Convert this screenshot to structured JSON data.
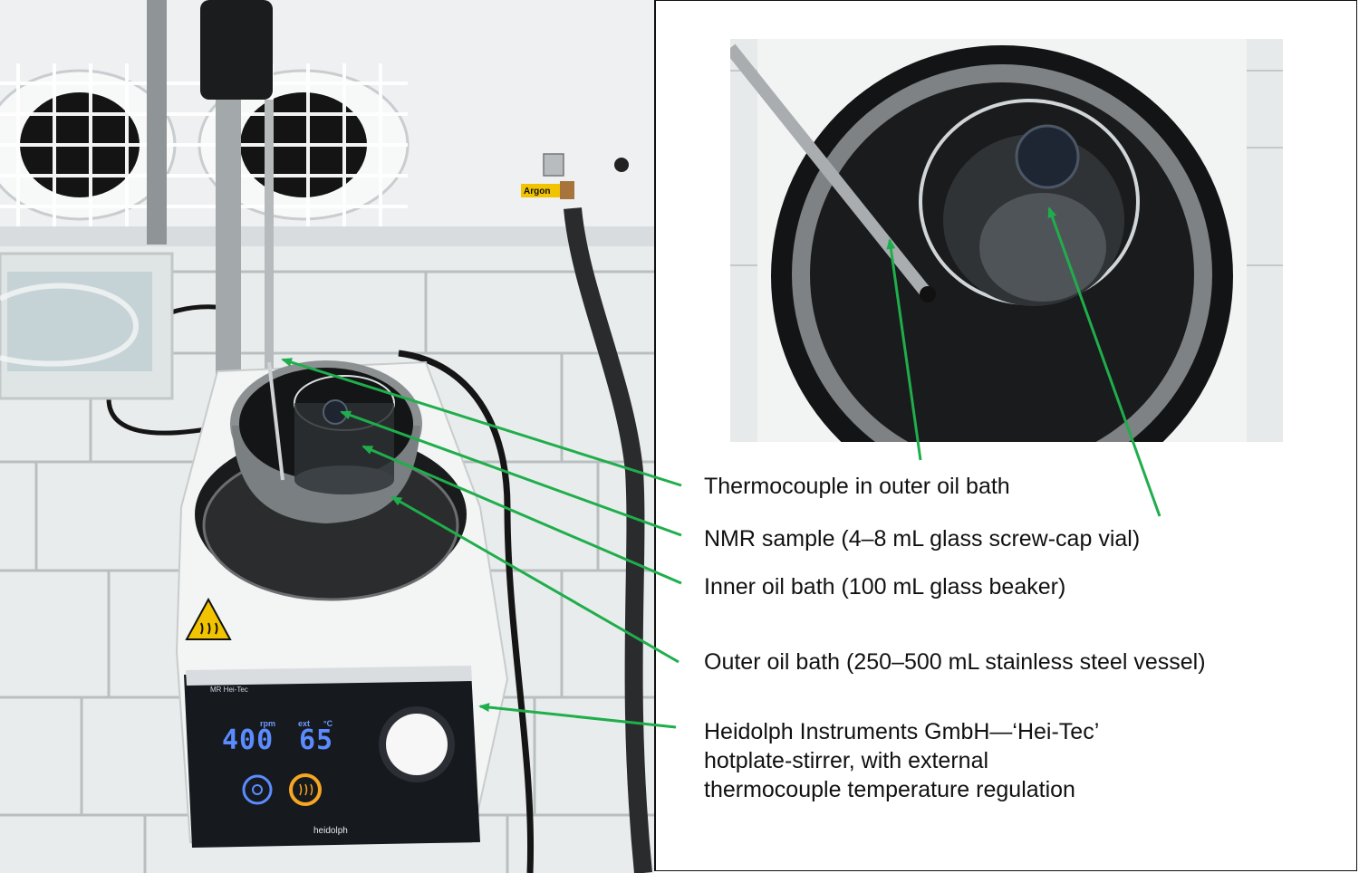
{
  "figure": {
    "labels": [
      "Thermocouple in outer oil bath",
      "NMR sample (4–8 mL glass screw-cap vial)",
      "Inner oil bath (100 mL glass beaker)",
      "Outer oil bath (250–500 mL stainless steel vessel)",
      "Heidolph Instruments GmbH—‘Hei-Tec’",
      "hotplate-stirrer, with external",
      "thermocouple temperature regulation"
    ],
    "annotation_color": "#1fae4b"
  },
  "device": {
    "model": "MR Hei-Tec",
    "rpm_value": "400",
    "rpm_unit": "rpm",
    "temp_value": "65",
    "temp_mode": "ext",
    "temp_unit": "°C",
    "brand": "heidolph",
    "display_color": "#5b8cff",
    "heat_button_color": "#f5a623"
  },
  "wall": {
    "argon_tag": "Argon"
  },
  "icons": [
    "hot-surface-warning-icon",
    "power-button-icon",
    "heat-button-icon",
    "control-knob"
  ]
}
